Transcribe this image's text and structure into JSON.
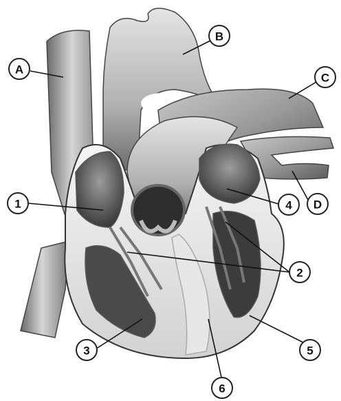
{
  "diagram": {
    "letter_labels": [
      "A",
      "B",
      "C",
      "D"
    ],
    "number_labels": [
      "1",
      "2",
      "3",
      "4",
      "5",
      "6"
    ]
  },
  "colors": {
    "outline": "#222222",
    "vessel_light": "#d8d8d8",
    "vessel_mid": "#a8a8a8",
    "vessel_dark": "#555555",
    "myocardium": "#ececec",
    "chamber_dark": "#3a3a3a"
  }
}
